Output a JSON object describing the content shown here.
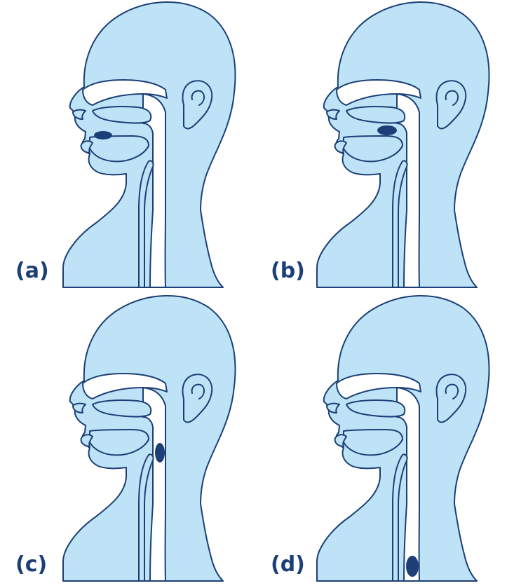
{
  "colors": {
    "skin": "#bfe3f6",
    "outline": "#1b3f76",
    "cavity": "#ffffff",
    "bolus": "#1b3f76",
    "label": "#1b3f76"
  },
  "panels": [
    {
      "label": "(a)",
      "bolus_stage": "mouth-front"
    },
    {
      "label": "(b)",
      "bolus_stage": "mouth-back"
    },
    {
      "label": "(c)",
      "bolus_stage": "pharynx"
    },
    {
      "label": "(d)",
      "bolus_stage": "esophagus"
    }
  ]
}
